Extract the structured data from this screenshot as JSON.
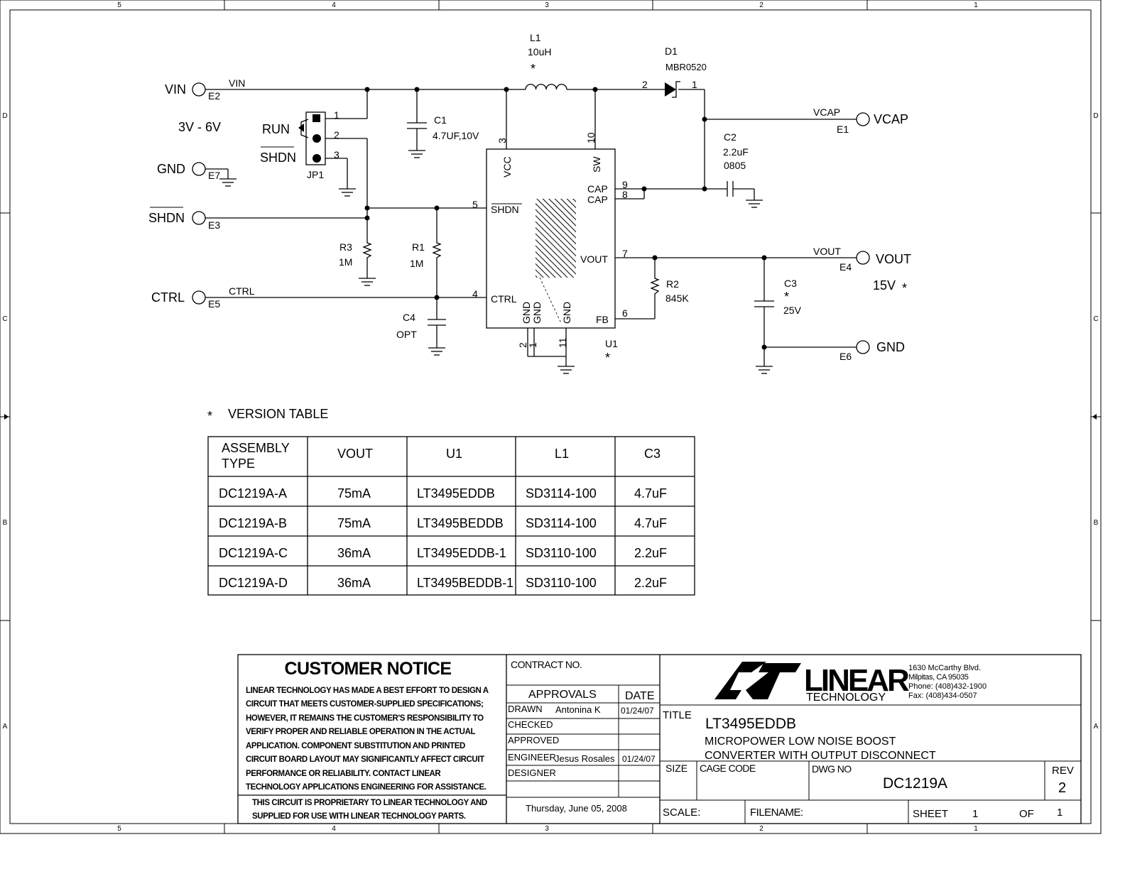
{
  "border": {
    "columns": [
      "5",
      "4",
      "3",
      "2",
      "1"
    ],
    "rows": [
      "D",
      "C",
      "B",
      "A"
    ]
  },
  "connectors": {
    "vin": {
      "name": "VIN",
      "ref": "E2",
      "net": "VIN",
      "range": "3V - 6V"
    },
    "gnd_in": {
      "name": "GND",
      "ref": "E7"
    },
    "shdn": {
      "name": "SHDN",
      "ref": "E3"
    },
    "ctrl": {
      "name": "CTRL",
      "ref": "E5",
      "net": "CTRL"
    },
    "vcap": {
      "name": "VCAP",
      "ref": "E1",
      "net": "VCAP"
    },
    "vout": {
      "name": "VOUT",
      "ref": "E4",
      "net": "VOUT",
      "voltage": "15V"
    },
    "gnd_out": {
      "name": "GND",
      "ref": "E6"
    }
  },
  "jumper": {
    "ref": "JP1",
    "run": "RUN",
    "shdn": "SHDN",
    "pins": [
      "1",
      "2",
      "3"
    ]
  },
  "components": {
    "l1": {
      "ref": "L1",
      "value": "10uH"
    },
    "d1": {
      "ref": "D1",
      "value": "MBR0520",
      "pin_a": "2",
      "pin_k": "1"
    },
    "c1": {
      "ref": "C1",
      "value": "4.7UF,10V"
    },
    "c2": {
      "ref": "C2",
      "value": "2.2uF",
      "pkg": "0805"
    },
    "c3": {
      "ref": "C3",
      "value": "25V"
    },
    "c4": {
      "ref": "C4",
      "value": "OPT"
    },
    "r1": {
      "ref": "R1",
      "value": "1M"
    },
    "r2": {
      "ref": "R2",
      "value": "845K"
    },
    "r3": {
      "ref": "R3",
      "value": "1M"
    }
  },
  "u1": {
    "ref": "U1",
    "pins": {
      "vcc": "VCC",
      "sw": "SW",
      "cap": "CAP",
      "shdn": "SHDN",
      "vout": "VOUT",
      "ctrl": "CTRL",
      "gnd": "GND",
      "fb": "FB"
    },
    "pin_numbers": {
      "vcc": "3",
      "sw": "10",
      "cap1": "9",
      "cap2": "8",
      "shdn": "5",
      "vout": "7",
      "ctrl": "4",
      "fb": "6",
      "gnd1": "2",
      "gnd2": "1",
      "gnd3": "11"
    }
  },
  "star": "*",
  "version_table": {
    "title": "VERSION TABLE",
    "headers": [
      "ASSEMBLY TYPE",
      "VOUT",
      "U1",
      "L1",
      "C3"
    ],
    "header_line1": "ASSEMBLY",
    "header_line2": "TYPE",
    "rows": [
      [
        "DC1219A-A",
        "75mA",
        "LT3495EDDB",
        "SD3114-100",
        "4.7uF"
      ],
      [
        "DC1219A-B",
        "75mA",
        "LT3495BEDDB",
        "SD3114-100",
        "4.7uF"
      ],
      [
        "DC1219A-C",
        "36mA",
        "LT3495EDDB-1",
        "SD3110-100",
        "2.2uF"
      ],
      [
        "DC1219A-D",
        "36mA",
        "LT3495BEDDB-1",
        "SD3110-100",
        "2.2uF"
      ]
    ]
  },
  "notice": {
    "title": "CUSTOMER NOTICE",
    "body": [
      "LINEAR TECHNOLOGY HAS MADE A BEST EFFORT TO DESIGN A",
      "CIRCUIT THAT MEETS CUSTOMER-SUPPLIED SPECIFICATIONS;",
      "HOWEVER, IT REMAINS THE CUSTOMER'S RESPONSIBILITY TO",
      "VERIFY PROPER AND RELIABLE OPERATION IN THE ACTUAL",
      "APPLICATION.  COMPONENT SUBSTITUTION AND PRINTED",
      "CIRCUIT BOARD LAYOUT MAY SIGNIFICANTLY AFFECT CIRCUIT",
      "PERFORMANCE OR RELIABILITY.  CONTACT LINEAR",
      "TECHNOLOGY APPLICATIONS ENGINEERING FOR ASSISTANCE."
    ],
    "proprietary": [
      "THIS CIRCUIT IS PROPRIETARY TO LINEAR TECHNOLOGY AND",
      "SUPPLIED FOR USE WITH LINEAR TECHNOLOGY PARTS."
    ]
  },
  "approvals": {
    "contract": "CONTRACT NO.",
    "approvals": "APPROVALS",
    "date": "DATE",
    "rows": [
      {
        "role": "DRAWN",
        "name": "Antonina K",
        "date": "01/24/07"
      },
      {
        "role": "CHECKED",
        "name": "",
        "date": ""
      },
      {
        "role": "APPROVED",
        "name": "",
        "date": ""
      },
      {
        "role": "ENGINEER",
        "name": "Jesus Rosales",
        "date": "01/24/07"
      },
      {
        "role": "DESIGNER",
        "name": "",
        "date": ""
      }
    ],
    "print_date": "Thursday, June 05, 2008"
  },
  "company": {
    "logo": "LINEAR TECHNOLOGY",
    "logo_word": "LINEAR",
    "logo_sub": "TECHNOLOGY",
    "address": [
      "1630 McCarthy Blvd.",
      "Milpitas, CA 95035",
      "Phone: (408)432-1900",
      "Fax: (408)434-0507"
    ]
  },
  "title_block": {
    "title_label": "TITLE",
    "part": "LT3495EDDB",
    "desc1": "MICROPOWER LOW NOISE BOOST",
    "desc2": "CONVERTER WITH OUTPUT DISCONNECT",
    "size_label": "SIZE",
    "cage_label": "CAGE CODE",
    "dwg_label": "DWG NO",
    "dwg_no": "DC1219A",
    "rev_label": "REV",
    "rev": "2",
    "scale_label": "SCALE:",
    "filename_label": "FILENAME:",
    "sheet_label": "SHEET",
    "sheet": "1",
    "of_label": "OF",
    "of": "1"
  }
}
